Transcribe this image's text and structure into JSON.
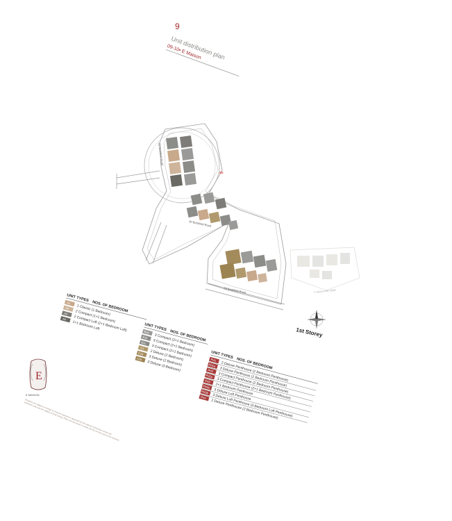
{
  "header": {
    "page_number": "9",
    "title": "Unit distribution plan",
    "subtitle": "09-10• E Maison"
  },
  "site": {
    "storey_label": "1st Storey",
    "roads": [
      "33 Brickfield Road",
      "30 Brickfield Road",
      "28 Brickfield Road",
      "1 Somerville Walk"
    ],
    "marker": "B5"
  },
  "legend_a": {
    "header_types": "UNIT TYPES",
    "header_beds": "NOS. OF BEDROOM",
    "items": [
      {
        "code": "A1",
        "desc": "1 Classic (1 Bedroom)",
        "color": "#c9a98b"
      },
      {
        "code": "A2",
        "desc": "2 Compact (1+1 Bedroom)",
        "color": "#cdb49a"
      },
      {
        "code": "A3",
        "desc": "2 Compact Loft (1+1 Bedroom Loft)",
        "color": "#7d7c78"
      },
      {
        "code": "A4",
        "desc": "1+1 Bedroom Loft",
        "color": "#6a6964"
      }
    ]
  },
  "legend_b": {
    "header_types": "UNIT TYPES",
    "header_beds": "NOS. OF BEDROOM",
    "items": [
      {
        "code": "B1a",
        "desc": "3 Compact (2+1 Bedroom)",
        "color": "#9a9a98"
      },
      {
        "code": "B1b",
        "desc": "3 Compact (2+1 Bedroom)",
        "color": "#8c8c89"
      },
      {
        "code": "B1c",
        "desc": "3 Compact (2+1 Bedroom)",
        "color": "#8a8a86"
      },
      {
        "code": "C1",
        "desc": "2 Deluxe (2 Bedroom)",
        "color": "#b09a6d"
      },
      {
        "code": "C2a",
        "desc": "3 Deluxe (2 Bedroom)",
        "color": "#a48b5c"
      },
      {
        "code": "C2b",
        "desc": "3 Deluxe (3 Bedroom)",
        "color": "#9c8452"
      }
    ]
  },
  "legend_c": {
    "header_types": "UNIT TYPES",
    "header_beds": "NOS. OF BEDROOM",
    "items": [
      {
        "code": "PH1",
        "desc": "2 Deluxe Penthouse (2 Bedroom Penthouse)",
        "color": "#a83a3a"
      },
      {
        "code": "PH1a",
        "desc": "3 Deluxe Penthouse (2 Bedroom Penthouse)",
        "color": "#a83a3a"
      },
      {
        "code": "PH2",
        "desc": "3 Compact Penthouse (2 Bedroom Penthouse)",
        "color": "#a83a3a"
      },
      {
        "code": "PH2a",
        "desc": "3 Compact Penthouse (2+1 Bedroom Penthouse)",
        "color": "#a83a3a"
      },
      {
        "code": "PH3",
        "desc": "2+1 Bedroom Penthouse",
        "color": "#a83a3a"
      },
      {
        "code": "PH3a",
        "desc": "3 Deluxe Loft Penthouse",
        "color": "#a83a3a"
      },
      {
        "code": "PH3b",
        "desc": "3 Deluxe Loft Penthouse (3 Bedroom Loft Penthouse)",
        "color": "#a83a3a"
      },
      {
        "code": "PH4",
        "desc": "2 Deluxe Penthouse (2 Bedroom Penthouse)",
        "color": "#a83a3a"
      }
    ]
  },
  "brand": {
    "logo_letter": "E",
    "name": "E MAISON",
    "disclaimer_line1": "All plans are subject to change as may be required or approved by the relevant authorities. Areas are",
    "disclaimer_line2": "estimates only and are subject to final survey. Plans are not drawn to scale and do not form part of the contract."
  },
  "colors": {
    "accent": "#a0282b",
    "muted_text": "#8a8a86",
    "site_line": "#9a9a9a",
    "tan": "#b09a6d",
    "grey": "#8c8c89",
    "faded": "#dcdcd8"
  }
}
